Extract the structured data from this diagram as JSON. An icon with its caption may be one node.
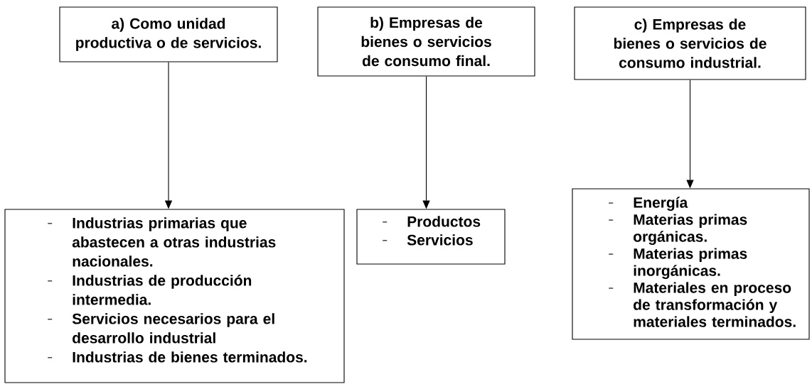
{
  "diagram": {
    "nodes": [
      {
        "text": [
          "a) Como unidad productiva o de servicios."
        ]
      },
      {
        "text": [
          "b) Empresas de bienes o servicios de consumo final."
        ]
      },
      {
        "text": [
          "c) Empresas de bienes o servicios de consumo industrial."
        ]
      },
      {
        "text": [
          "Industrias primarias que abastecen a otras industrias nacionales.",
          "Industrias de producción intermedia.",
          "Servicios necesarios para el desarrollo industrial",
          "Industrias de bienes terminados."
        ]
      },
      {
        "text": [
          "Productos",
          "Servicios"
        ]
      },
      {
        "text": [
          "Energía",
          "Materias primas orgánicas.",
          "Materias primas inorgánicas.",
          "Materiales en proceso de transformación y materiales terminados."
        ]
      }
    ],
    "edges": [
      {
        "from": 0,
        "to": 3,
        "arrow": "to"
      },
      {
        "from": 1,
        "to": 4,
        "arrow": "to"
      },
      {
        "from": 2,
        "to": 5,
        "arrow": "to"
      }
    ]
  }
}
